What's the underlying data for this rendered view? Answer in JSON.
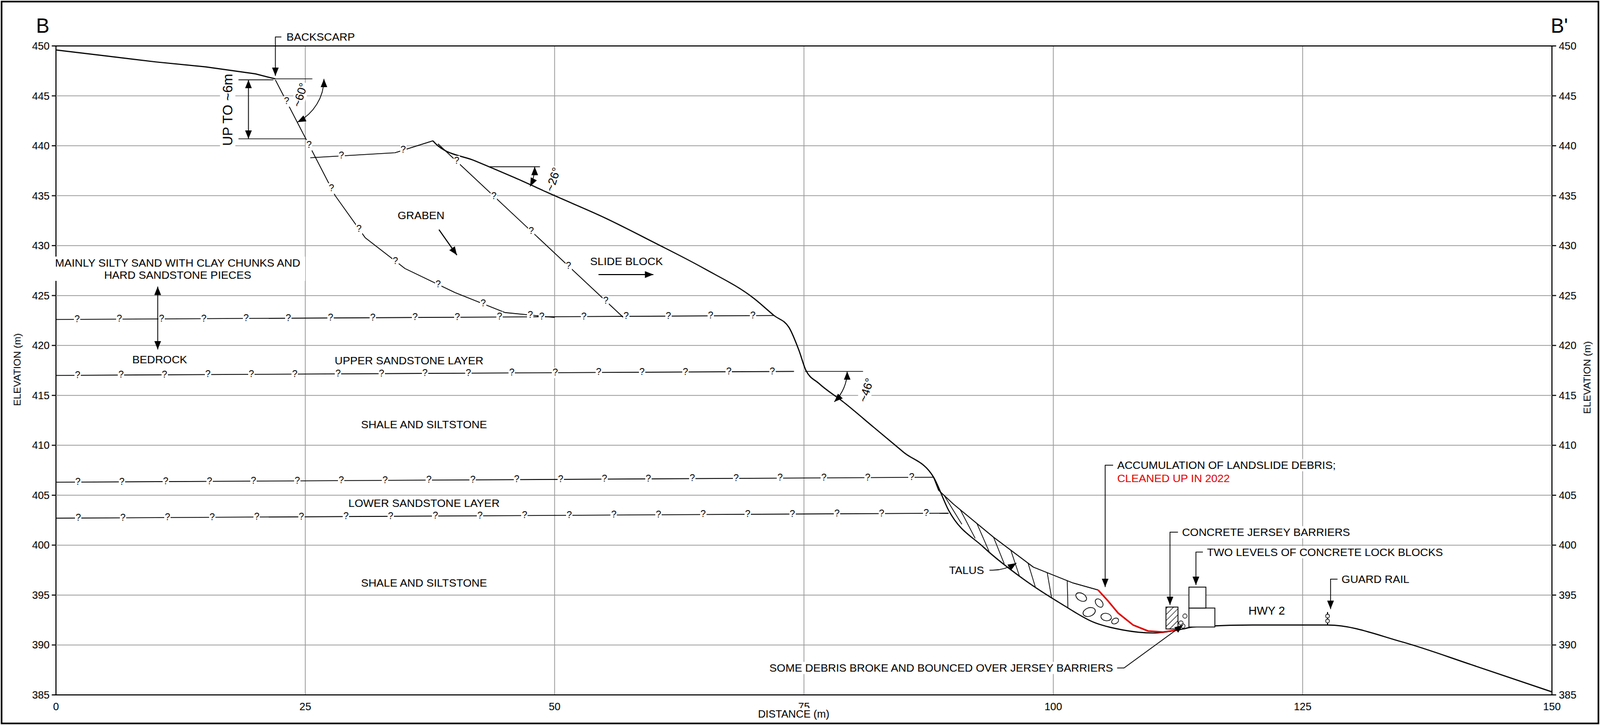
{
  "diagram": {
    "labels": [
      "B",
      "B'",
      "450",
      "445",
      "440",
      "435",
      "430",
      "425",
      "420",
      "415",
      "410",
      "405",
      "400",
      "395",
      "390",
      "385",
      "450",
      "445",
      "440",
      "435",
      "430",
      "425",
      "420",
      "415",
      "410",
      "405",
      "400",
      "395",
      "390",
      "385",
      "0",
      "25",
      "50",
      "75",
      "100",
      "125",
      "150",
      "ELEVATION (m)",
      "ELEVATION (m)",
      "DISTANCE (m)",
      "BACKSCARP",
      "UP TO ~6m",
      "~60°",
      "~26°",
      "~46°",
      "GRABEN",
      "SLIDE BLOCK",
      "MAINLY SILTY SAND WITH CLAY CHUNKS AND HARD SANDSTONE PIECES",
      "BEDROCK",
      "UPPER SANDSTONE LAYER",
      "SHALE AND SILTSTONE",
      "LOWER SANDSTONE LAYER",
      "SHALE AND SILTSTONE",
      "TALUS",
      "ACCUMULATION OF LANDSLIDE DEBRIS;",
      "CLEANED UP IN 2022",
      "CONCRETE JERSEY BARRIERS",
      "TWO LEVELS OF CONCRETE LOCK BLOCKS",
      "GUARD RAIL",
      "HWY 2",
      "SOME DEBRIS BROKE AND BOUNCED OVER JERSEY BARRIERS",
      "?",
      "?",
      "?",
      "?",
      "?",
      "?",
      "?",
      "?",
      "?",
      "?",
      "?",
      "?",
      "?",
      "?",
      "?",
      "?",
      "?",
      "?",
      "?",
      "?",
      "?",
      "?",
      "?",
      "?",
      "?",
      "?",
      "?",
      "?",
      "?",
      "?",
      "?",
      "?",
      "?",
      "?",
      "?",
      "?",
      "?",
      "?",
      "?",
      "?",
      "?",
      "?",
      "?",
      "?",
      "?",
      "?",
      "?",
      "?",
      "?",
      "?",
      "?",
      "?",
      "?",
      "?",
      "?",
      "?",
      "?",
      "?",
      "?",
      "?",
      "?",
      "?",
      "?",
      "?",
      "?",
      "?",
      "?",
      "?",
      "?",
      "?",
      "?",
      "?",
      "?",
      "?",
      "?",
      "?",
      "?",
      "?",
      "?",
      "?",
      "?",
      "?",
      "?",
      "?",
      "?",
      "?",
      "?",
      "?",
      "?"
    ]
  }
}
